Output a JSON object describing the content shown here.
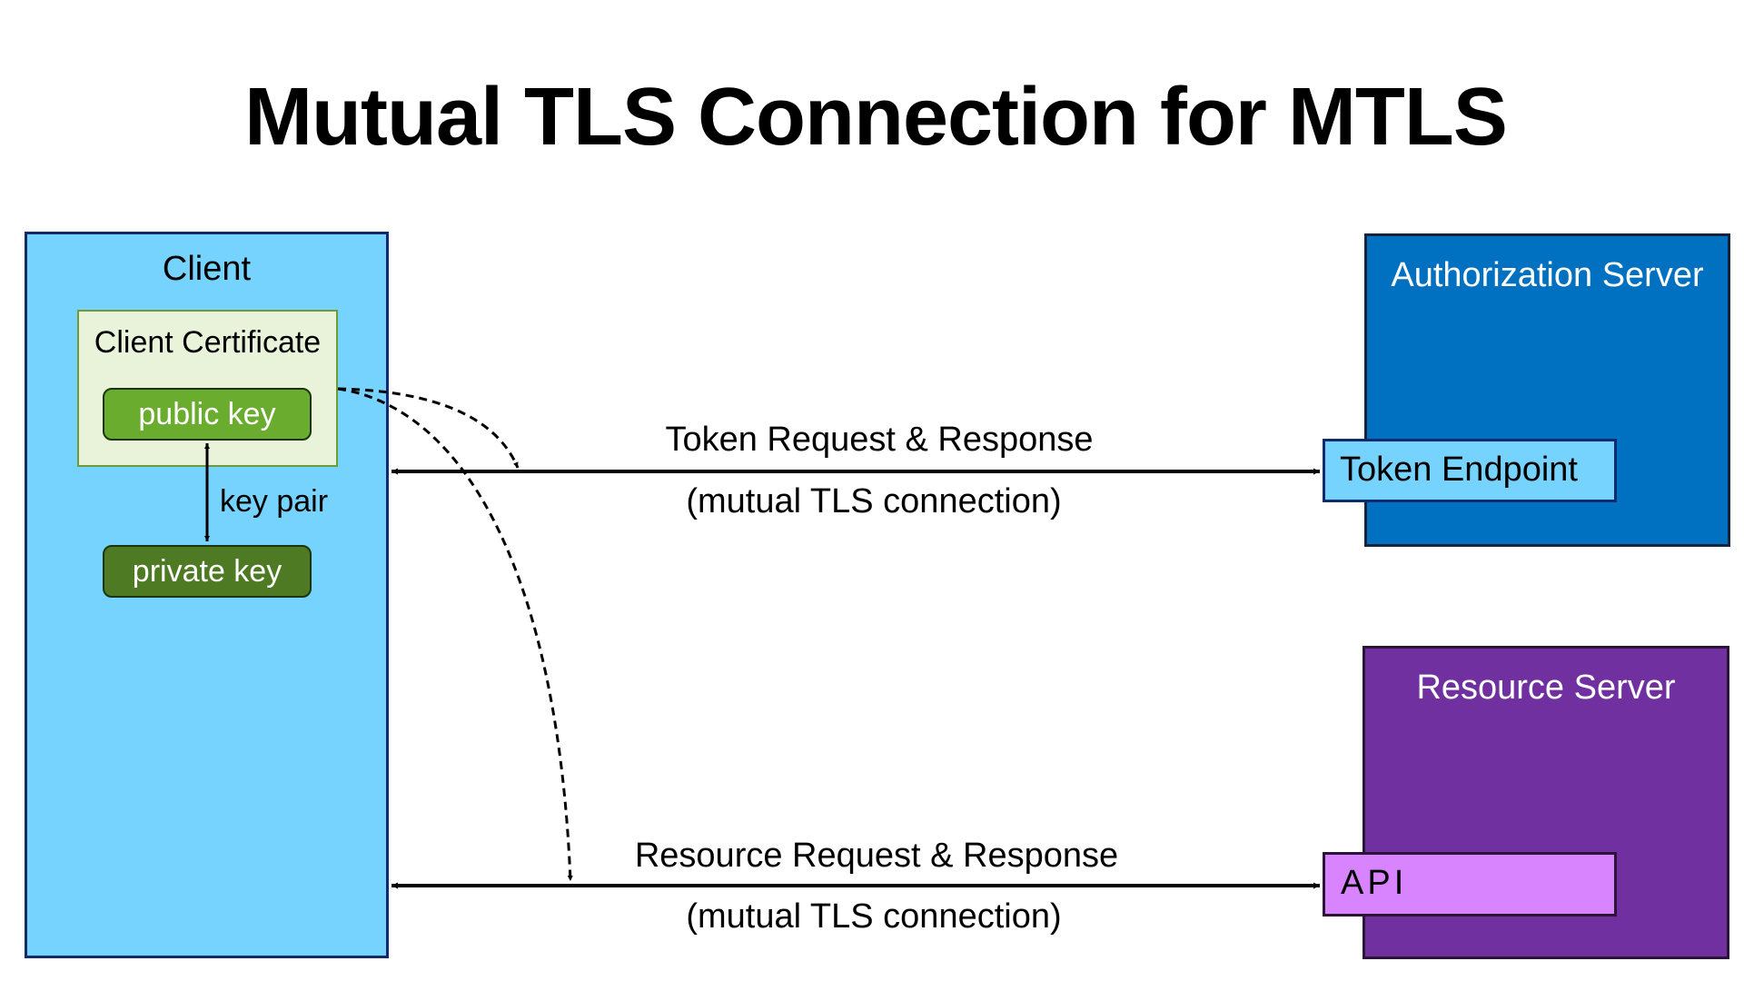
{
  "title": "Mutual TLS Connection for MTLS",
  "client": {
    "label": "Client",
    "certificate": {
      "label": "Client Certificate",
      "public_key": "public key"
    },
    "key_pair_label": "key pair",
    "private_key": "private key"
  },
  "authorization_server": {
    "label": "Authorization Server",
    "endpoint": "Token Endpoint"
  },
  "resource_server": {
    "label": "Resource Server",
    "endpoint": "API"
  },
  "connections": {
    "token": {
      "label": "Token Request & Response",
      "sublabel": "(mutual TLS connection)"
    },
    "resource": {
      "label": "Resource Request & Response",
      "sublabel": "(mutual TLS connection)"
    }
  },
  "colors": {
    "client_fill": "#75d3fe",
    "certificate_fill": "#e8f3da",
    "public_key_fill": "#6aac2e",
    "private_key_fill": "#4e7a23",
    "authorization_server_fill": "#0070c0",
    "resource_server_fill": "#7030a0",
    "api_fill": "#d883ff"
  }
}
